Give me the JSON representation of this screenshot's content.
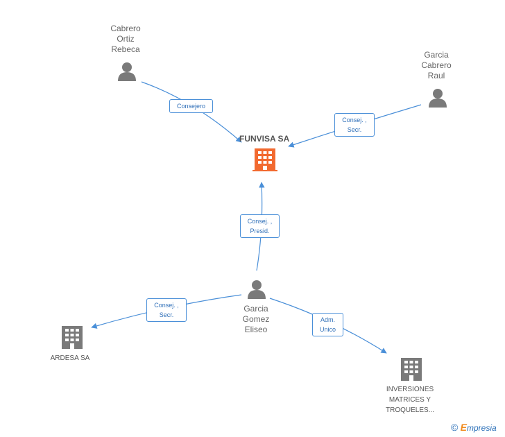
{
  "central": {
    "name": "FUNVISA SA"
  },
  "people": {
    "cabrero": "Cabrero\nOrtiz\nRebeca",
    "garcia_raul": "Garcia\nCabrero\nRaul",
    "garcia_eliseo": "Garcia\nGomez\nEliseo"
  },
  "companies": {
    "ardesa": "ARDESA SA",
    "inversiones": "INVERSIONES\nMATRICES Y\nTROQUELES..."
  },
  "relations": {
    "consejero": "Consejero",
    "consej_secr_right": "Consej. ,\nSecr.",
    "consej_presid": "Consej. ,\nPresid.",
    "consej_secr_left": "Consej. ,\nSecr.",
    "adm_unico": "Adm.\nUnico"
  },
  "footer": {
    "copyright": "©",
    "brand_initial": "E",
    "brand_rest": "mpresia"
  },
  "colors": {
    "edge": "#4a8fd8",
    "central_icon": "#f26a30",
    "node_icon": "#7a7a7a"
  }
}
